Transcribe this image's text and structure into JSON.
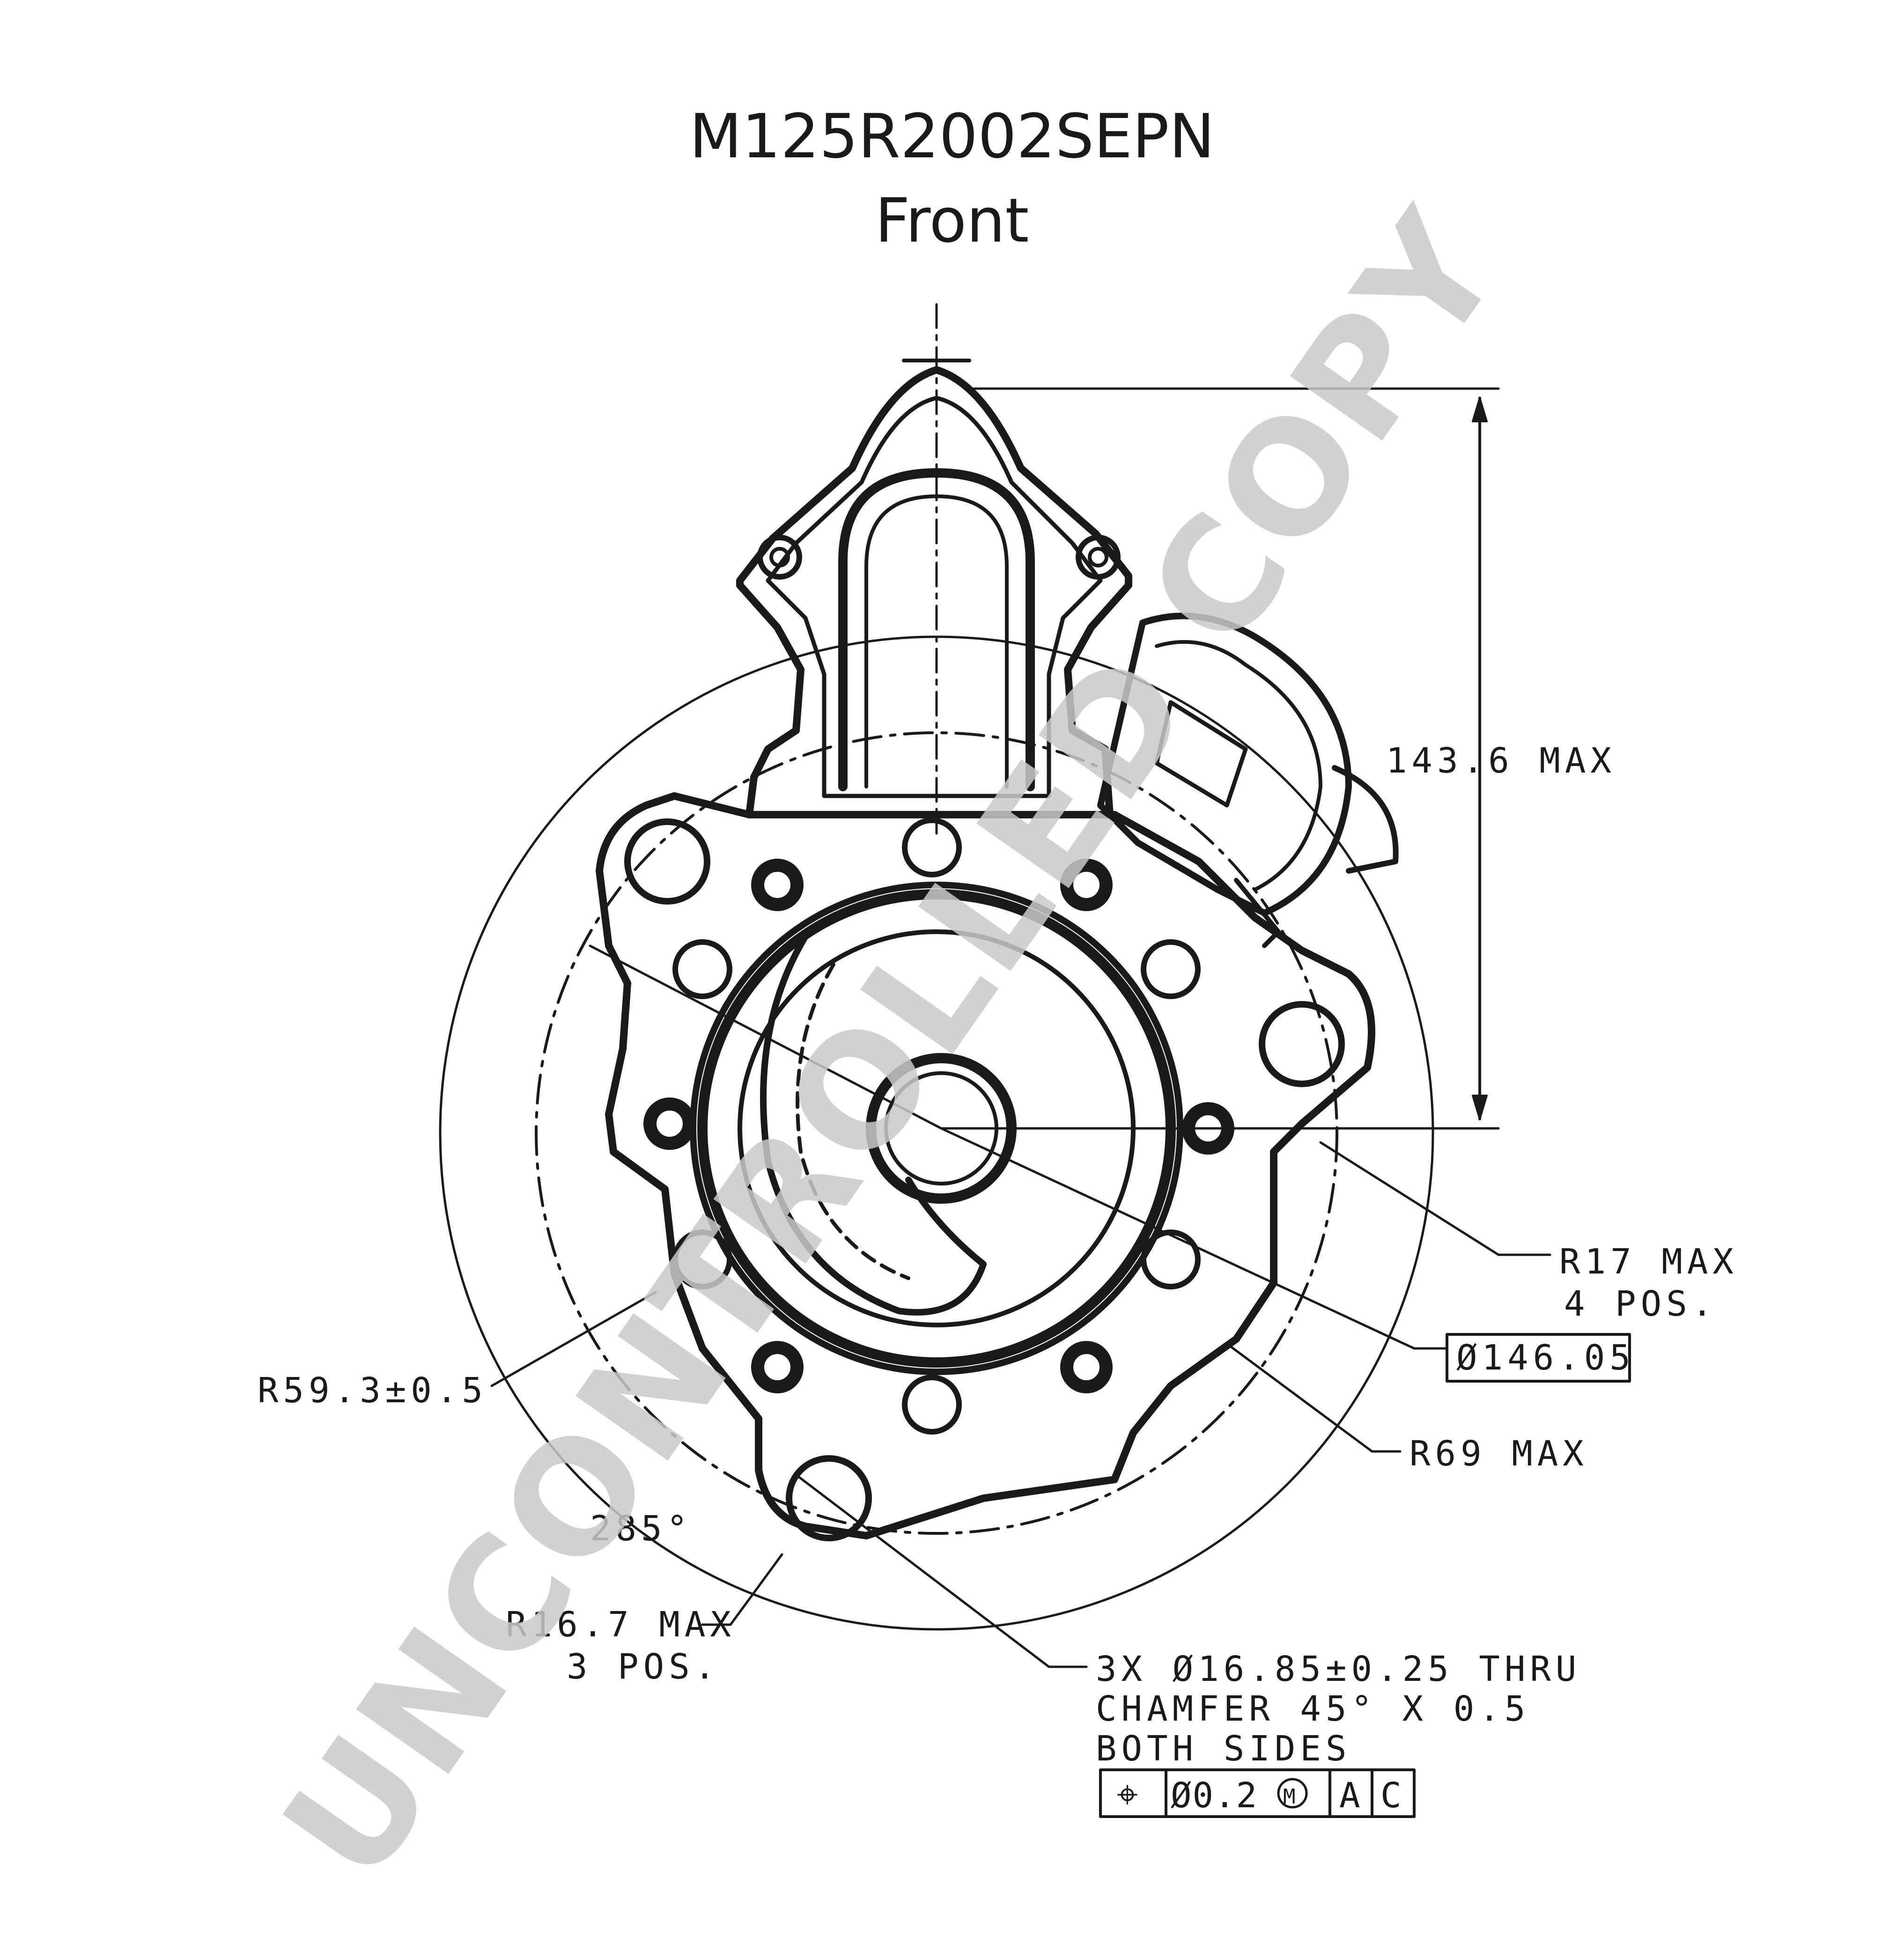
{
  "header": {
    "part_number": "M125R2002SEPN",
    "view": "Front"
  },
  "watermark": "UNCONTROLLED COPY",
  "dimensions": {
    "height_max": "143.6 MAX",
    "r17_line1": "R17 MAX",
    "r17_line2": "4 POS.",
    "pilot_diameter": "Ø146.05",
    "r69": "R69 MAX",
    "r59": "R59.3±0.5",
    "angle": "285°",
    "r16_line1": "R16.7 MAX",
    "r16_line2": "3 POS.",
    "hole_line1": "3X Ø16.85±0.25 THRU",
    "hole_line2": "CHAMFER 45° X 0.5",
    "hole_line3": "BOTH SIDES"
  },
  "tolerance_frame": {
    "symbol": "⌖",
    "tolerance": "Ø0.2",
    "modifier": "M",
    "datum_a": "A",
    "datum_c": "C"
  },
  "colors": {
    "ink": "#1a1a1a",
    "watermark": "#c9c9c9"
  }
}
